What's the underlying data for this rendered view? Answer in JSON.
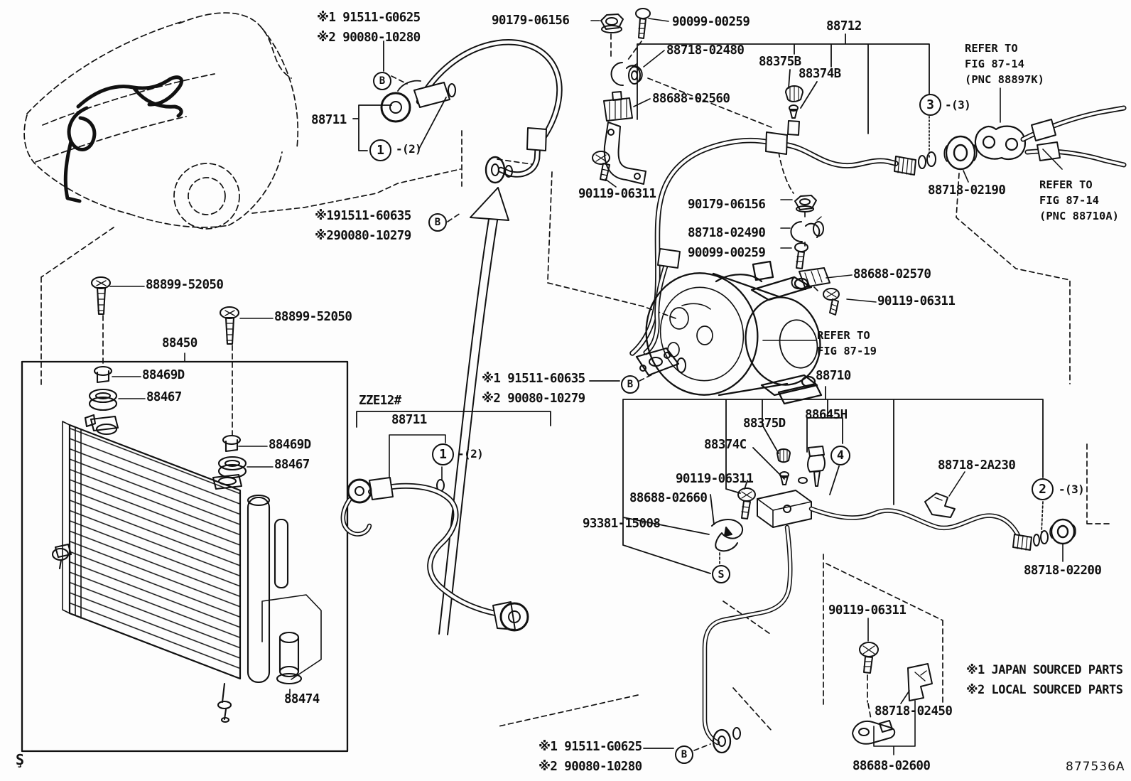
{
  "page": {
    "doc_number": "877536A",
    "corner_mark": "Ş",
    "background": "#fdfdfd",
    "line_color": "#111111",
    "description": "Toyota air conditioning cooler piping parts diagram"
  },
  "notes": {
    "sourcing_1": "※1 JAPAN SOURCED PARTS",
    "sourcing_2": "※2 LOCAL SOURCED PARTS"
  },
  "references": {
    "fig_87_14_k": "REFER TO\nFIG 87-14\n(PNC 88897K)",
    "fig_87_14_a": "REFER TO\nFIG 87-14\n(PNC 88710A)",
    "fig_87_19": "REFER TO\nFIG 87-19"
  },
  "callouts": {
    "b": "B",
    "one": "1",
    "two": "2",
    "three": "3",
    "four": "4",
    "s": "S",
    "qty_2": "-(2)",
    "qty_3": "-(3)"
  },
  "part_labels": [
    "※1 91511-G0625",
    "※2 90080-10280",
    "88711",
    "90179-06156",
    "90099-00259",
    "88718-02480",
    "88688-02560",
    "90119-06311",
    "88712",
    "88375B",
    "88374B",
    "88718-02190",
    "90179-06156",
    "88718-02490",
    "90099-00259",
    "88688-02570",
    "90119-06311",
    "88710",
    "※191511-60635",
    "※290080-10279",
    "88899-52050",
    "88899-52050",
    "88450",
    "88469D",
    "88467",
    "88469D",
    "88467",
    "88474",
    "ZZE12#",
    "88711",
    "※1 91511-60635",
    "※2 90080-10279",
    "88375D",
    "88645H",
    "88374C",
    "90119-06311",
    "88688-02660",
    "93381-15008",
    "88718-2A230",
    "88718-02200",
    "90119-06311",
    "88718-02450",
    "88688-02600",
    "※1 91511-G0625",
    "※2 90080-10280"
  ]
}
